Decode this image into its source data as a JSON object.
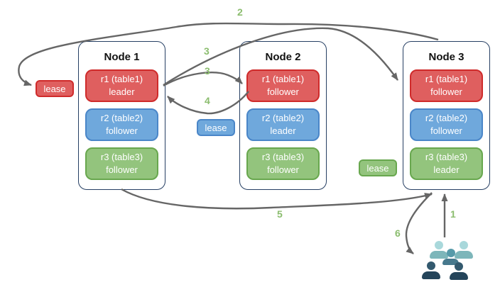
{
  "nodes": [
    {
      "title": "Node 1",
      "replicas": [
        {
          "label": "r1 (table1)",
          "role": "leader",
          "color": "red"
        },
        {
          "label": "r2 (table2)",
          "role": "follower",
          "color": "blue"
        },
        {
          "label": "r3 (table3)",
          "role": "follower",
          "color": "green"
        }
      ]
    },
    {
      "title": "Node 2",
      "replicas": [
        {
          "label": "r1 (table1)",
          "role": "follower",
          "color": "red"
        },
        {
          "label": "r2 (table2)",
          "role": "leader",
          "color": "blue"
        },
        {
          "label": "r3 (table3)",
          "role": "follower",
          "color": "green"
        }
      ]
    },
    {
      "title": "Node 3",
      "replicas": [
        {
          "label": "r1 (table1)",
          "role": "follower",
          "color": "red"
        },
        {
          "label": "r2 (table2)",
          "role": "follower",
          "color": "blue"
        },
        {
          "label": "r3 (table3)",
          "role": "leader",
          "color": "green"
        }
      ]
    }
  ],
  "leases": {
    "table1": {
      "label": "lease",
      "color": "red"
    },
    "table2": {
      "label": "lease",
      "color": "blue"
    },
    "table3": {
      "label": "lease",
      "color": "green"
    }
  },
  "steps": {
    "s1": "1",
    "s2": "2",
    "s3_long": "3",
    "s3_short": "3",
    "s4": "4",
    "s5": "5",
    "s6": "6"
  },
  "icons": {
    "users": "users-group-icon"
  },
  "colors": {
    "red-fill": "#df5f5f",
    "red-border": "#cf2b2b",
    "blue-fill": "#6fa8dc",
    "blue-border": "#4a86c8",
    "green-fill": "#93c47d",
    "green-border": "#68a74e",
    "node-border": "#263f63",
    "arrow": "#666666",
    "step-color": "#8bbd6e"
  }
}
